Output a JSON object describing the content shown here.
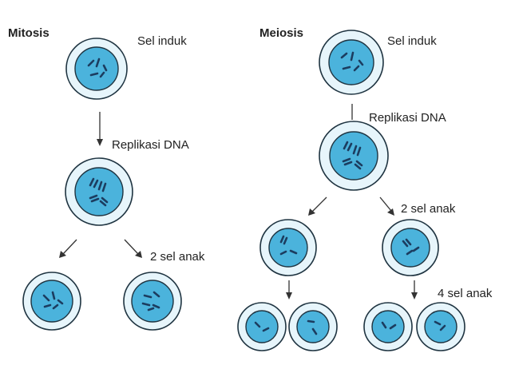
{
  "mitosis": {
    "title": "Mitosis",
    "parent_label": "Sel induk",
    "replication_label": "Replikasi DNA",
    "daughters_label": "2 sel anak"
  },
  "meiosis": {
    "title": "Meiosis",
    "parent_label": "Sel induk",
    "replication_label": "Replikasi DNA",
    "first_division_label": "2 sel anak",
    "second_division_label": "4 sel anak"
  },
  "colors": {
    "cytoplasm": "#e7f5fb",
    "nucleus": "#4bb3dc",
    "chromosome": "#1c3d60",
    "outline": "#1f3441"
  }
}
